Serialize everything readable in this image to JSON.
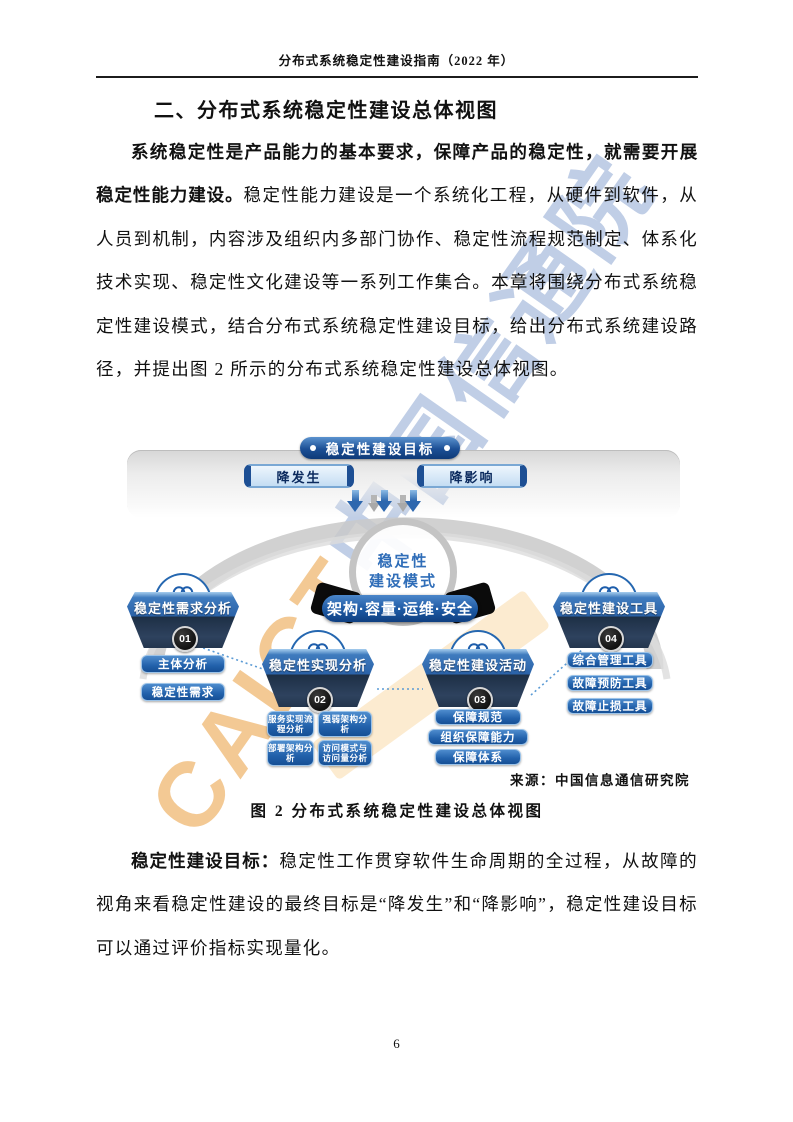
{
  "doc": {
    "header": "分布式系统稳定性建设指南（2022 年）",
    "section_title": "二、分布式系统稳定性建设总体视图",
    "para1_bold": "系统稳定性是产品能力的基本要求，保障产品的稳定性，就需要开展稳定性能力建设。",
    "para1_rest": "稳定性能力建设是一个系统化工程，从硬件到软件，从人员到机制，内容涉及组织内多部门协作、稳定性流程规范制定、体系化技术实现、稳定性文化建设等一系列工作集合。本章将围绕分布式系统稳定性建设模式，结合分布式系统稳定性建设目标，给出分布式系统建设路径，并提出图 2 所示的分布式系统稳定性建设总体视图。",
    "para2_bold": "稳定性建设目标：",
    "para2_rest": "稳定性工作贯穿软件生命周期的全过程，从故障的视角来看稳定性建设的最终目标是“降发生”和“降影响”，稳定性建设目标可以通过评价指标实现量化。",
    "page_number": "6",
    "watermark_latin": "CAICT",
    "watermark_cjk": "中国信通院"
  },
  "figure": {
    "source": "来源：中国信息通信研究院",
    "caption": "图 2 分布式系统稳定性建设总体视图",
    "goal_pill": "稳定性建设目标",
    "goal_left": "降发生",
    "goal_right": "降影响",
    "circle_line1": "稳定性",
    "circle_line2": "建设模式",
    "center_pill": "架构·容量·运维·安全",
    "nodes": [
      {
        "num": "01",
        "title": "稳定性需求分析",
        "items": [
          "主体分析",
          "稳定性需求"
        ]
      },
      {
        "num": "02",
        "title": "稳定性实现分析",
        "items": [
          "服务实现流程分析",
          "强弱架构分析",
          "部署架构分析",
          "访问模式与访问量分析"
        ]
      },
      {
        "num": "03",
        "title": "稳定性建设活动",
        "items": [
          "保障规范",
          "组织保障能力",
          "保障体系"
        ]
      },
      {
        "num": "04",
        "title": "稳定性建设工具",
        "items": [
          "综合管理工具",
          "故障预防工具",
          "故障止损工具"
        ]
      }
    ],
    "colors": {
      "accent_dark_blue": "#0f3a78",
      "accent_blue": "#2d67ae",
      "node_body_navy": "#24364e",
      "panel_gray": "#d7d7d7",
      "watermark_orange": "#e89432",
      "watermark_blue": "#3c68b0"
    }
  }
}
